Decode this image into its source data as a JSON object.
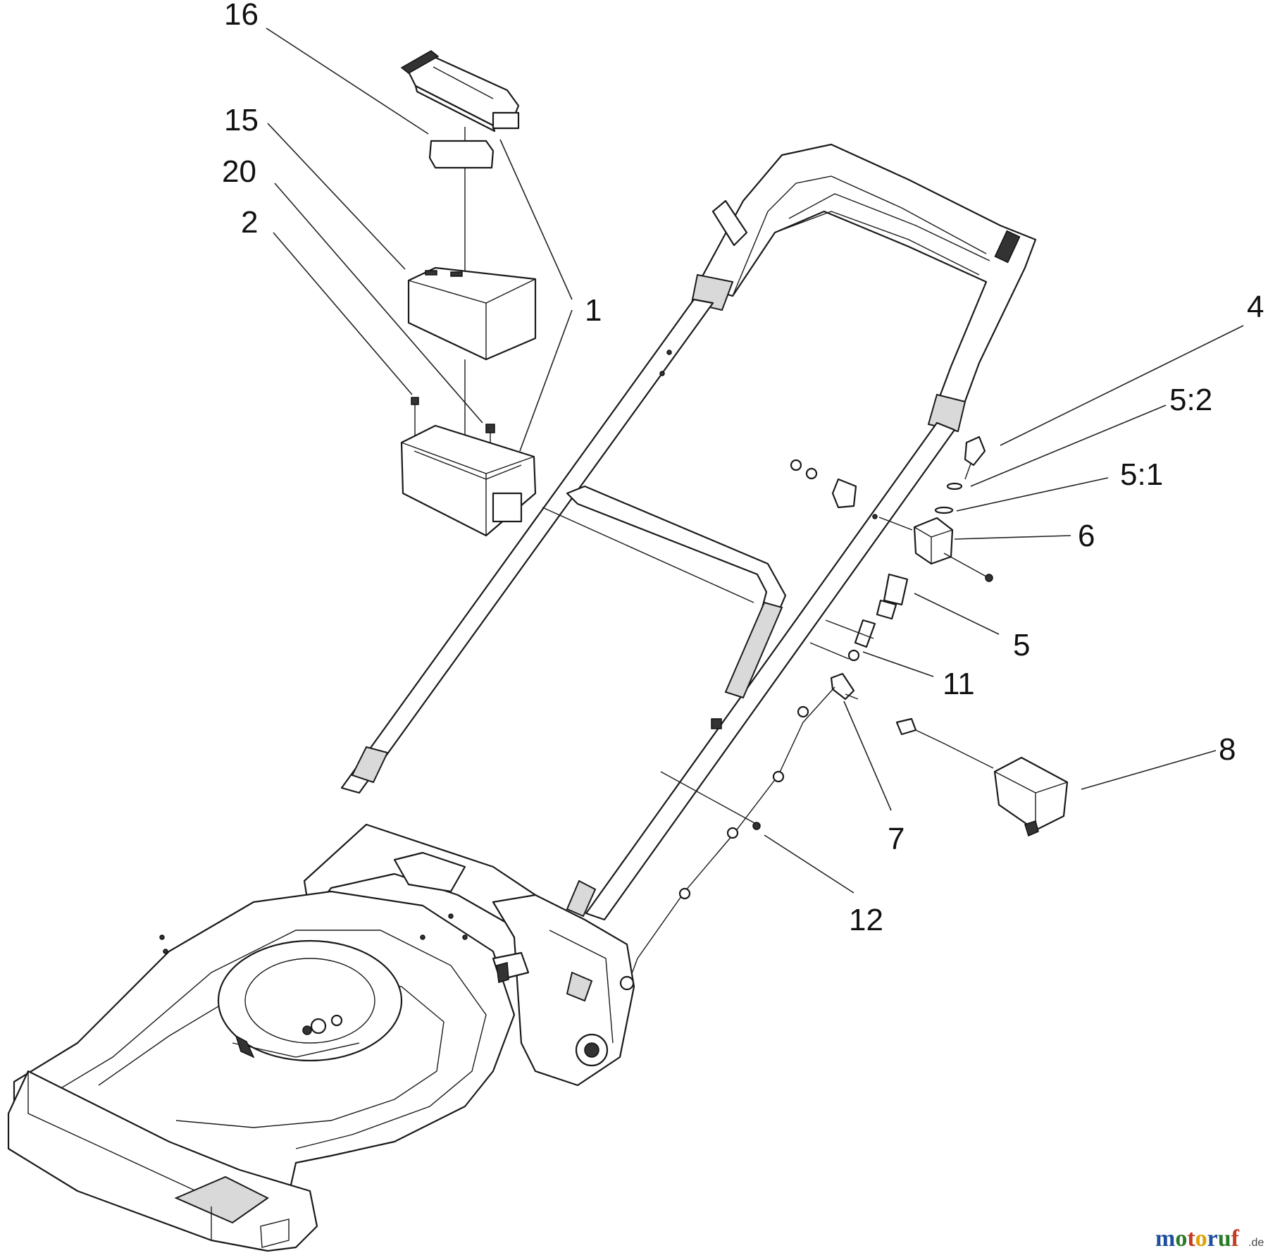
{
  "callouts": {
    "c16": "16",
    "c15": "15",
    "c20": "20",
    "c2": "2",
    "c1": "1",
    "c4": "4",
    "c5_2": "5:2",
    "c5_1": "5:1",
    "c6": "6",
    "c5": "5",
    "c11": "11",
    "c7": "7",
    "c8": "8",
    "c12": "12"
  },
  "watermark": {
    "brand_letters": [
      "m",
      "o",
      "t",
      "o",
      "r",
      "u",
      "f"
    ],
    "brand_colors": [
      "#1f4e9c",
      "#2a7a2a",
      "#c23b22",
      "#e0a100",
      "#1f4e9c",
      "#2a7a2a",
      "#c23b22"
    ],
    "suffix": ".de"
  }
}
